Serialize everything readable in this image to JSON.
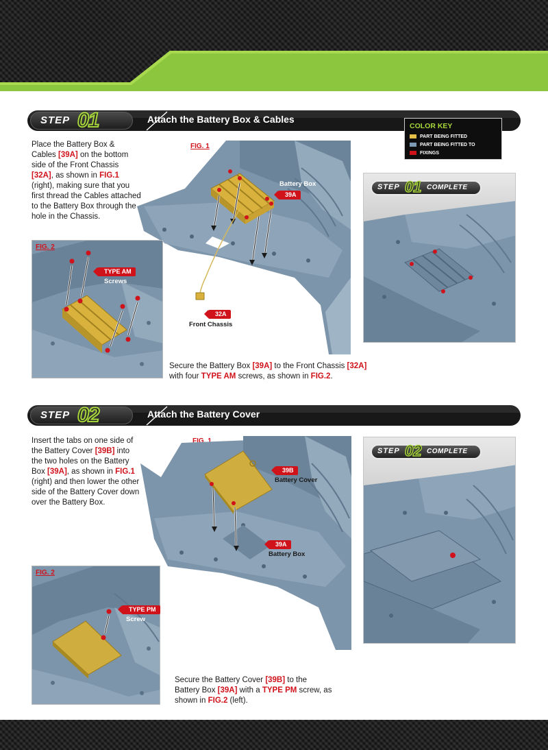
{
  "colors": {
    "accent_green": "#8cc63f",
    "highlight_red": "#d0121b",
    "part_fitted": "#e3bf47",
    "part_fitted_to": "#6f8da6",
    "fixings": "#d0121b",
    "chassis": "#7d95aa"
  },
  "step1": {
    "step_word": "STEP",
    "step_number": "01",
    "title": "Attach the Battery Box & Cables",
    "instruction": [
      {
        "t": "Place the Battery Box & Cables "
      },
      {
        "t": "[39A]",
        "hl": true
      },
      {
        "t": " on the bottom side of the Front Chassis "
      },
      {
        "t": "[32A]",
        "hl": true
      },
      {
        "t": ", as shown in "
      },
      {
        "t": "FIG.1",
        "hl": true
      },
      {
        "t": " (right), making sure that you first thread the Cables attached to the Battery Box through the hole in the Chassis."
      }
    ],
    "fig1": {
      "label": "FIG. 1",
      "callouts": [
        {
          "code": "39A",
          "name": "Battery Box"
        },
        {
          "code": "32A",
          "name": "Front Chassis"
        }
      ]
    },
    "fig2": {
      "label": "FIG. 2",
      "callout": {
        "code": "TYPE AM",
        "name": "Screws"
      }
    },
    "secure_text": [
      {
        "t": "Secure the Battery Box "
      },
      {
        "t": "[39A]",
        "hl": true
      },
      {
        "t": " to the Front Chassis "
      },
      {
        "t": "[32A]",
        "hl": true
      },
      {
        "t": " with four "
      },
      {
        "t": "TYPE AM",
        "hl": true
      },
      {
        "t": " screws, as shown in "
      },
      {
        "t": "FIG.2",
        "hl": true
      },
      {
        "t": "."
      }
    ],
    "complete": {
      "step": "STEP",
      "number": "01",
      "word": "COMPLETE"
    }
  },
  "color_key": {
    "title": "COLOR KEY",
    "items": [
      {
        "label": "PART BEING FITTED",
        "color": "#e3bf47"
      },
      {
        "label": "PART BEING FITTED TO",
        "color": "#7d9bb5"
      },
      {
        "label": "FIXINGS",
        "color": "#d0121b"
      }
    ]
  },
  "step2": {
    "step_word": "STEP",
    "step_number": "02",
    "title": "Attach the Battery Cover",
    "instruction": [
      {
        "t": "Insert the tabs on one side of the Battery Cover "
      },
      {
        "t": "[39B]",
        "hl": true
      },
      {
        "t": " into the two holes on the Battery Box "
      },
      {
        "t": "[39A]",
        "hl": true
      },
      {
        "t": ", as shown in "
      },
      {
        "t": "FIG.1",
        "hl": true
      },
      {
        "t": " (right) and then lower the other side of the Battery Cover down over the Battery Box."
      }
    ],
    "fig1": {
      "label": "FIG. 1",
      "callouts": [
        {
          "code": "39B",
          "name": "Battery Cover"
        },
        {
          "code": "39A",
          "name": "Battery Box"
        }
      ]
    },
    "fig2": {
      "label": "FIG. 2",
      "callout": {
        "code": "TYPE PM",
        "name": "Screw"
      }
    },
    "secure_text": [
      {
        "t": "Secure the Battery Cover "
      },
      {
        "t": "[39B]",
        "hl": true
      },
      {
        "t": " to the Battery Box "
      },
      {
        "t": "[39A]",
        "hl": true
      },
      {
        "t": " with a "
      },
      {
        "t": "TYPE PM",
        "hl": true
      },
      {
        "t": " screw, as shown in "
      },
      {
        "t": "FIG.2",
        "hl": true
      },
      {
        "t": " (left)."
      }
    ],
    "complete": {
      "step": "STEP",
      "number": "02",
      "word": "COMPLETE"
    }
  }
}
